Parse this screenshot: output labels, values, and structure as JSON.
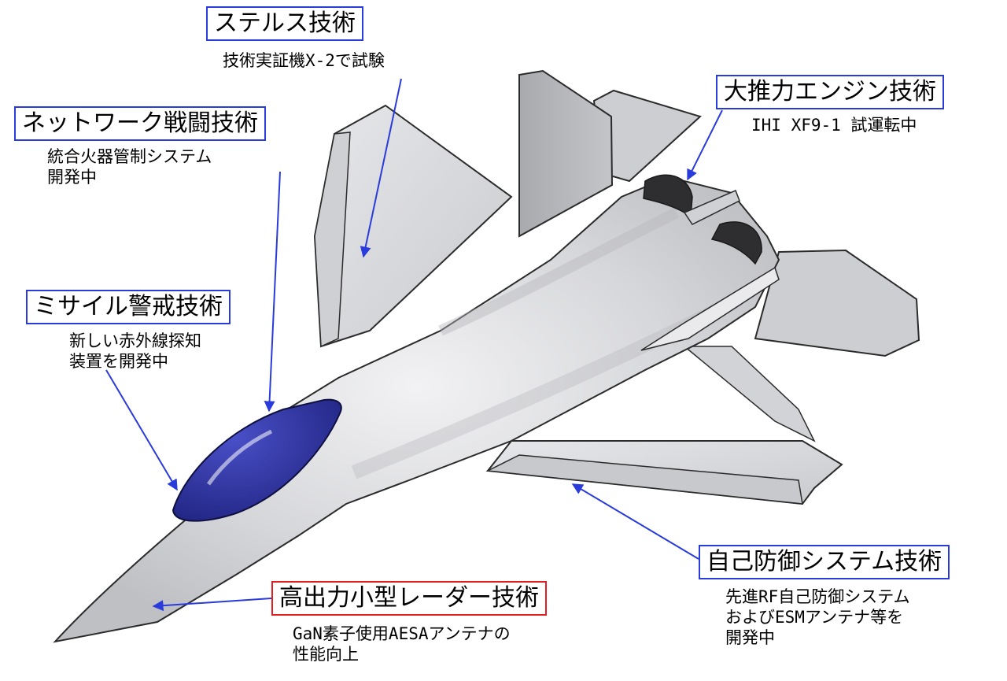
{
  "colors": {
    "box_border": "#2a3bdc",
    "radar_box_border": "#e02020",
    "arrow": "#2a3bdc",
    "canopy": "#2a2f9a",
    "airframe": "#d8d9dc",
    "outline": "#2b2b2b"
  },
  "labels": {
    "stealth": {
      "title": "ステルス技術",
      "lines": [
        "技術実証機X-2で試験"
      ]
    },
    "engine": {
      "title": "大推力エンジン技術",
      "lines": [
        "IHI XF9-1 試運転中"
      ]
    },
    "network": {
      "title": "ネットワーク戦闘技術",
      "lines": [
        "統合火器管制システム",
        "開発中"
      ]
    },
    "missile": {
      "title": "ミサイル警戒技術",
      "lines": [
        "新しい赤外線探知",
        "装置を開発中"
      ]
    },
    "radar": {
      "title": "高出力小型レーダー技術",
      "lines": [
        "GaN素子使用AESAアンテナの",
        "性能向上"
      ]
    },
    "selfdefense": {
      "title": "自己防御システム技術",
      "lines": [
        "先進RF自己防御システム",
        "およびESMアンテナ等を",
        "開発中"
      ]
    }
  }
}
